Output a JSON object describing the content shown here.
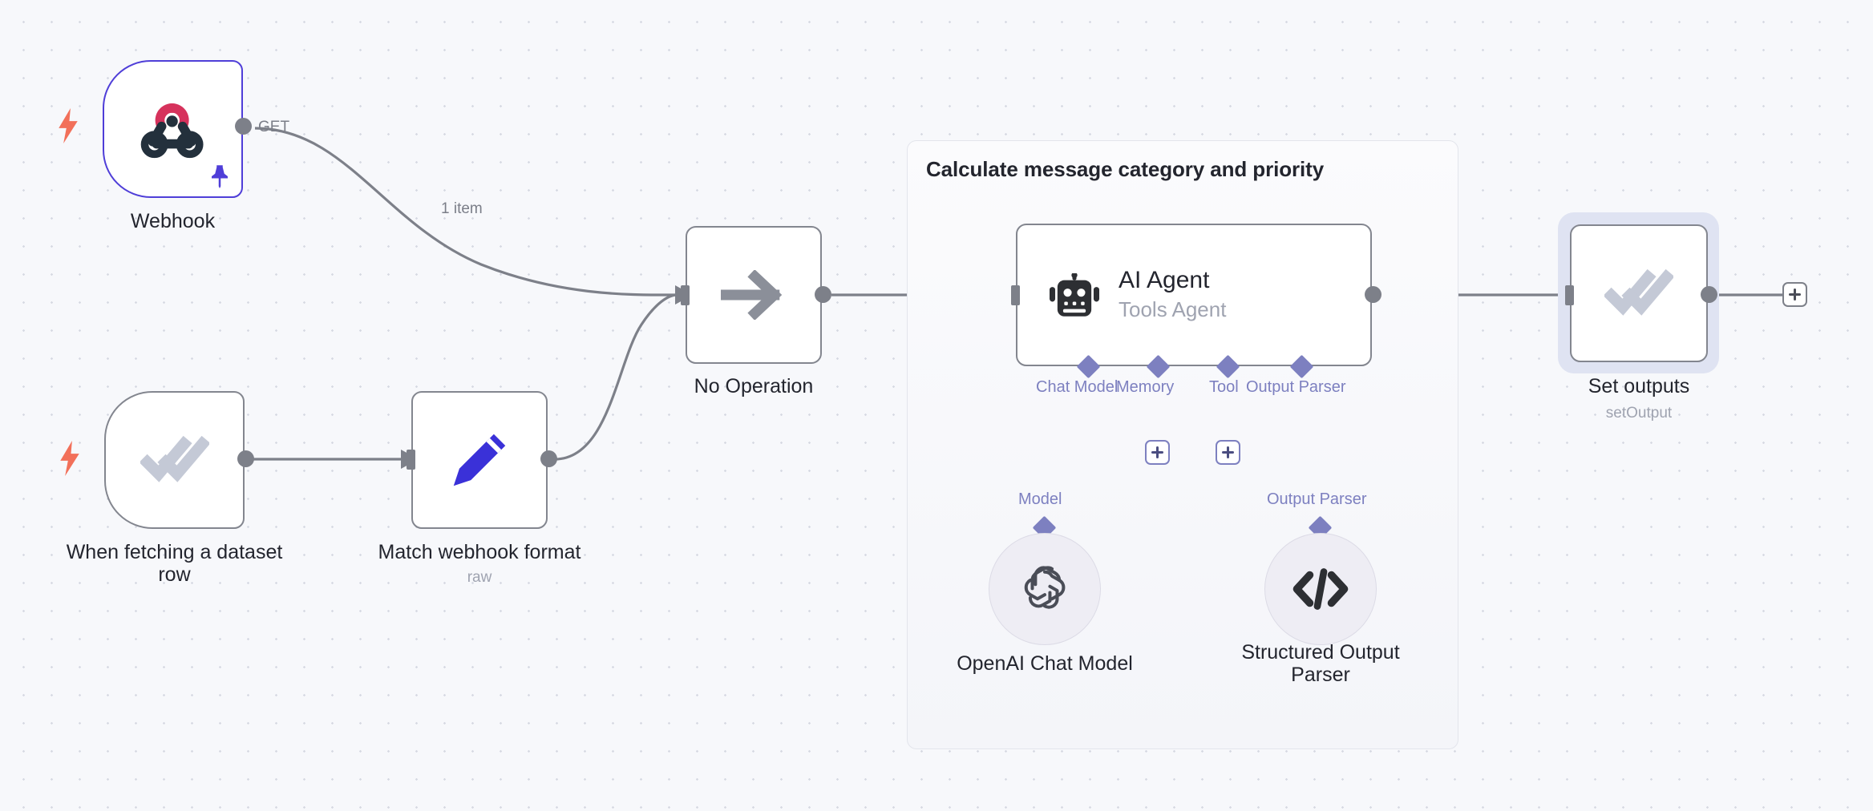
{
  "app": {
    "name": "n8n-workflow-canvas"
  },
  "canvas": {
    "background_color": "#f7f8fb",
    "grid_dot_color": "#d7dae3"
  },
  "group": {
    "title": "Calculate message category and priority",
    "border_color": "#e3e5ec"
  },
  "nodes": [
    {
      "id": "webhook",
      "label": "Webhook",
      "sublabel": "",
      "type": "trigger",
      "icon": "webhook-icon",
      "border_color": "#4f3ed8",
      "pinned": true,
      "output_label": "GET"
    },
    {
      "id": "when-fetching-dataset-row",
      "label": "When fetching a dataset\nrow",
      "sublabel": "",
      "type": "trigger",
      "icon": "double-check-icon",
      "border_color": "#83868f",
      "pinned": false,
      "output_label": ""
    },
    {
      "id": "match-webhook-format",
      "label": "Match webhook format",
      "sublabel": "raw",
      "type": "action",
      "icon": "pencil-edit-icon",
      "border_color": "#83868f",
      "output_label": ""
    },
    {
      "id": "no-operation",
      "label": "No Operation",
      "sublabel": "",
      "type": "action",
      "icon": "arrow-right-icon",
      "border_color": "#83868f",
      "output_label": ""
    },
    {
      "id": "ai-agent",
      "label": "AI Agent",
      "sublabel": "Tools Agent",
      "type": "agent",
      "icon": "robot-icon",
      "border_color": "#83868f",
      "output_label": ""
    },
    {
      "id": "set-outputs",
      "label": "Set outputs",
      "sublabel": "setOutput",
      "type": "action",
      "icon": "double-check-icon",
      "border_color": "#83868f",
      "selected": true,
      "output_label": ""
    },
    {
      "id": "openai-chat-model",
      "label": "OpenAI Chat Model",
      "sublabel": "",
      "type": "sub-node",
      "icon": "openai-icon",
      "connector_label": "Model"
    },
    {
      "id": "structured-output-parser",
      "label": "Structured Output\nParser",
      "sublabel": "",
      "type": "sub-node",
      "icon": "code-brackets-icon",
      "connector_label": "Output Parser"
    }
  ],
  "agent_ports": [
    {
      "id": "chat-model",
      "label": "Chat Model"
    },
    {
      "id": "memory",
      "label": "Memory"
    },
    {
      "id": "tool",
      "label": "Tool"
    },
    {
      "id": "output-parser",
      "label": "Output Parser"
    }
  ],
  "edges": [
    {
      "from": "webhook",
      "to": "no-operation",
      "label": "1 item"
    },
    {
      "from": "when-fetching-dataset-row",
      "to": "match-webhook-format",
      "label": ""
    },
    {
      "from": "match-webhook-format",
      "to": "no-operation",
      "label": ""
    },
    {
      "from": "no-operation",
      "to": "ai-agent",
      "label": ""
    },
    {
      "from": "ai-agent",
      "to": "set-outputs",
      "label": ""
    }
  ],
  "add_buttons": [
    {
      "id": "add-after-set-outputs",
      "label": "+"
    },
    {
      "id": "add-memory",
      "label": "+"
    },
    {
      "id": "add-tool",
      "label": "+"
    }
  ],
  "colors": {
    "accent_purple": "#4f3ed8",
    "ai_connector": "#7d80c0",
    "trigger_bolt": "#f2705a",
    "edge_gray": "#7d8089",
    "webhook_red": "#d6325c",
    "webhook_dark": "#23303c",
    "pencil_blue": "#3a31d8",
    "check_gray": "#c4c9d6"
  }
}
